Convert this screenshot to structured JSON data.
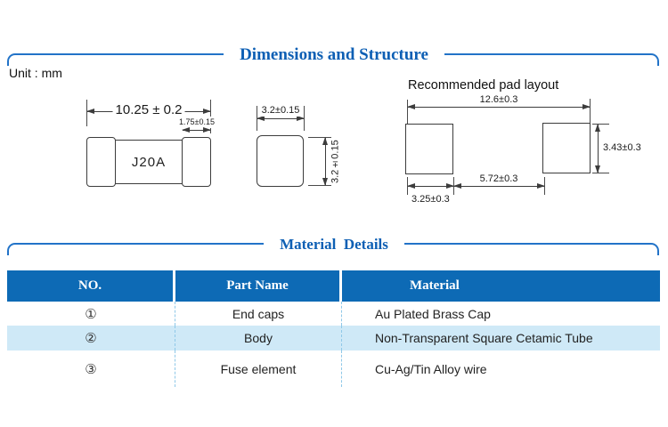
{
  "page": {
    "unit_label": "Unit : mm"
  },
  "sections": {
    "dimensions": {
      "title": "Dimensions and Structure"
    },
    "materials": {
      "title": "Material  Details"
    }
  },
  "drawings": {
    "front_view": {
      "marking": "J20A",
      "overall_length": "10.25 ± 0.2",
      "cap_length": "1.75±0.15"
    },
    "side_view": {
      "width": "3.2±0.15",
      "height": "3.2±0.15"
    },
    "pad_layout": {
      "title": "Recommended pad layout",
      "overall_width": "12.6±0.3",
      "pad_height": "3.43±0.3",
      "pad_gap": "5.72±0.3",
      "pad_width": "3.25±0.3"
    }
  },
  "table": {
    "headers": [
      "NO.",
      "Part Name",
      "Material"
    ],
    "rows": [
      {
        "no": "①",
        "part_name": "End caps",
        "material": "Au Plated Brass Cap"
      },
      {
        "no": "②",
        "part_name": "Body",
        "material": "Non-Transparent Square Cetamic Tube"
      },
      {
        "no": "③",
        "part_name": "Fuse element",
        "material": "Cu-Ag/Tin Alloy wire"
      }
    ]
  },
  "colors": {
    "rule_blue": "#2273c8",
    "title_blue": "#0d5fb4",
    "header_bg": "#0d6ab5",
    "alt_row": "#cfe9f7"
  }
}
